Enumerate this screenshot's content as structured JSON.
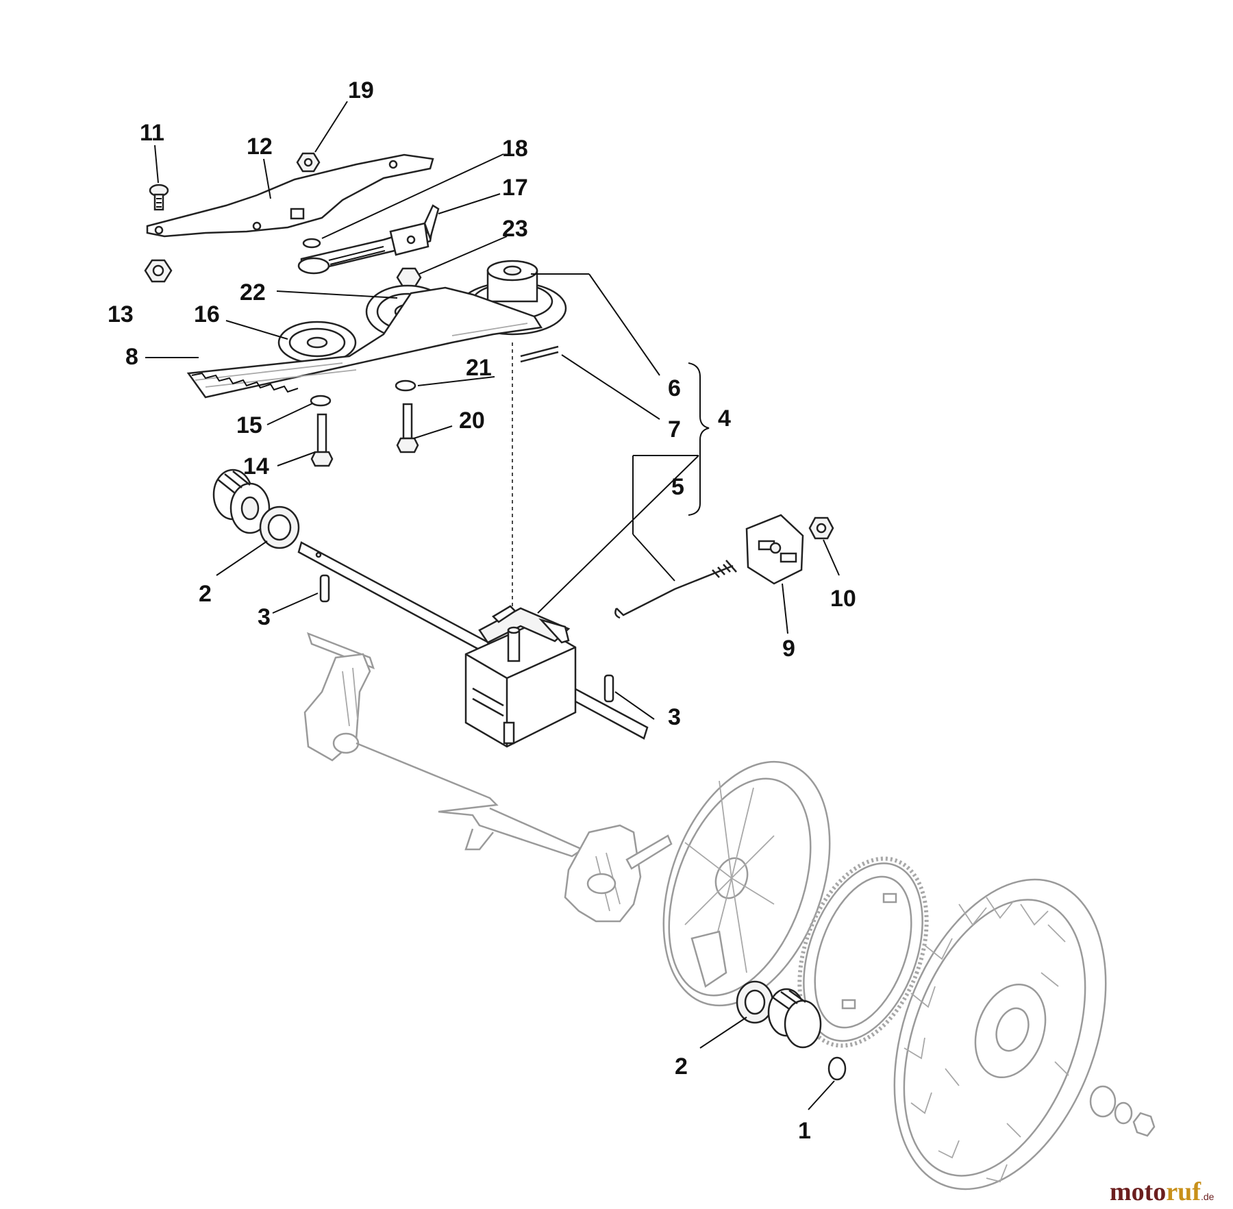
{
  "callouts": {
    "c1": "1",
    "c2a": "2",
    "c2b": "2",
    "c3a": "3",
    "c3b": "3",
    "c4": "4",
    "c5": "5",
    "c6": "6",
    "c7": "7",
    "c8": "8",
    "c9": "9",
    "c10": "10",
    "c11": "11",
    "c12": "12",
    "c13": "13",
    "c14": "14",
    "c15": "15",
    "c16": "16",
    "c17": "17",
    "c18": "18",
    "c19": "19",
    "c20": "20",
    "c21": "21",
    "c22": "22",
    "c23": "23"
  },
  "watermark": {
    "part_a": "moto",
    "part_b": "ruf",
    "suffix": ".de"
  }
}
